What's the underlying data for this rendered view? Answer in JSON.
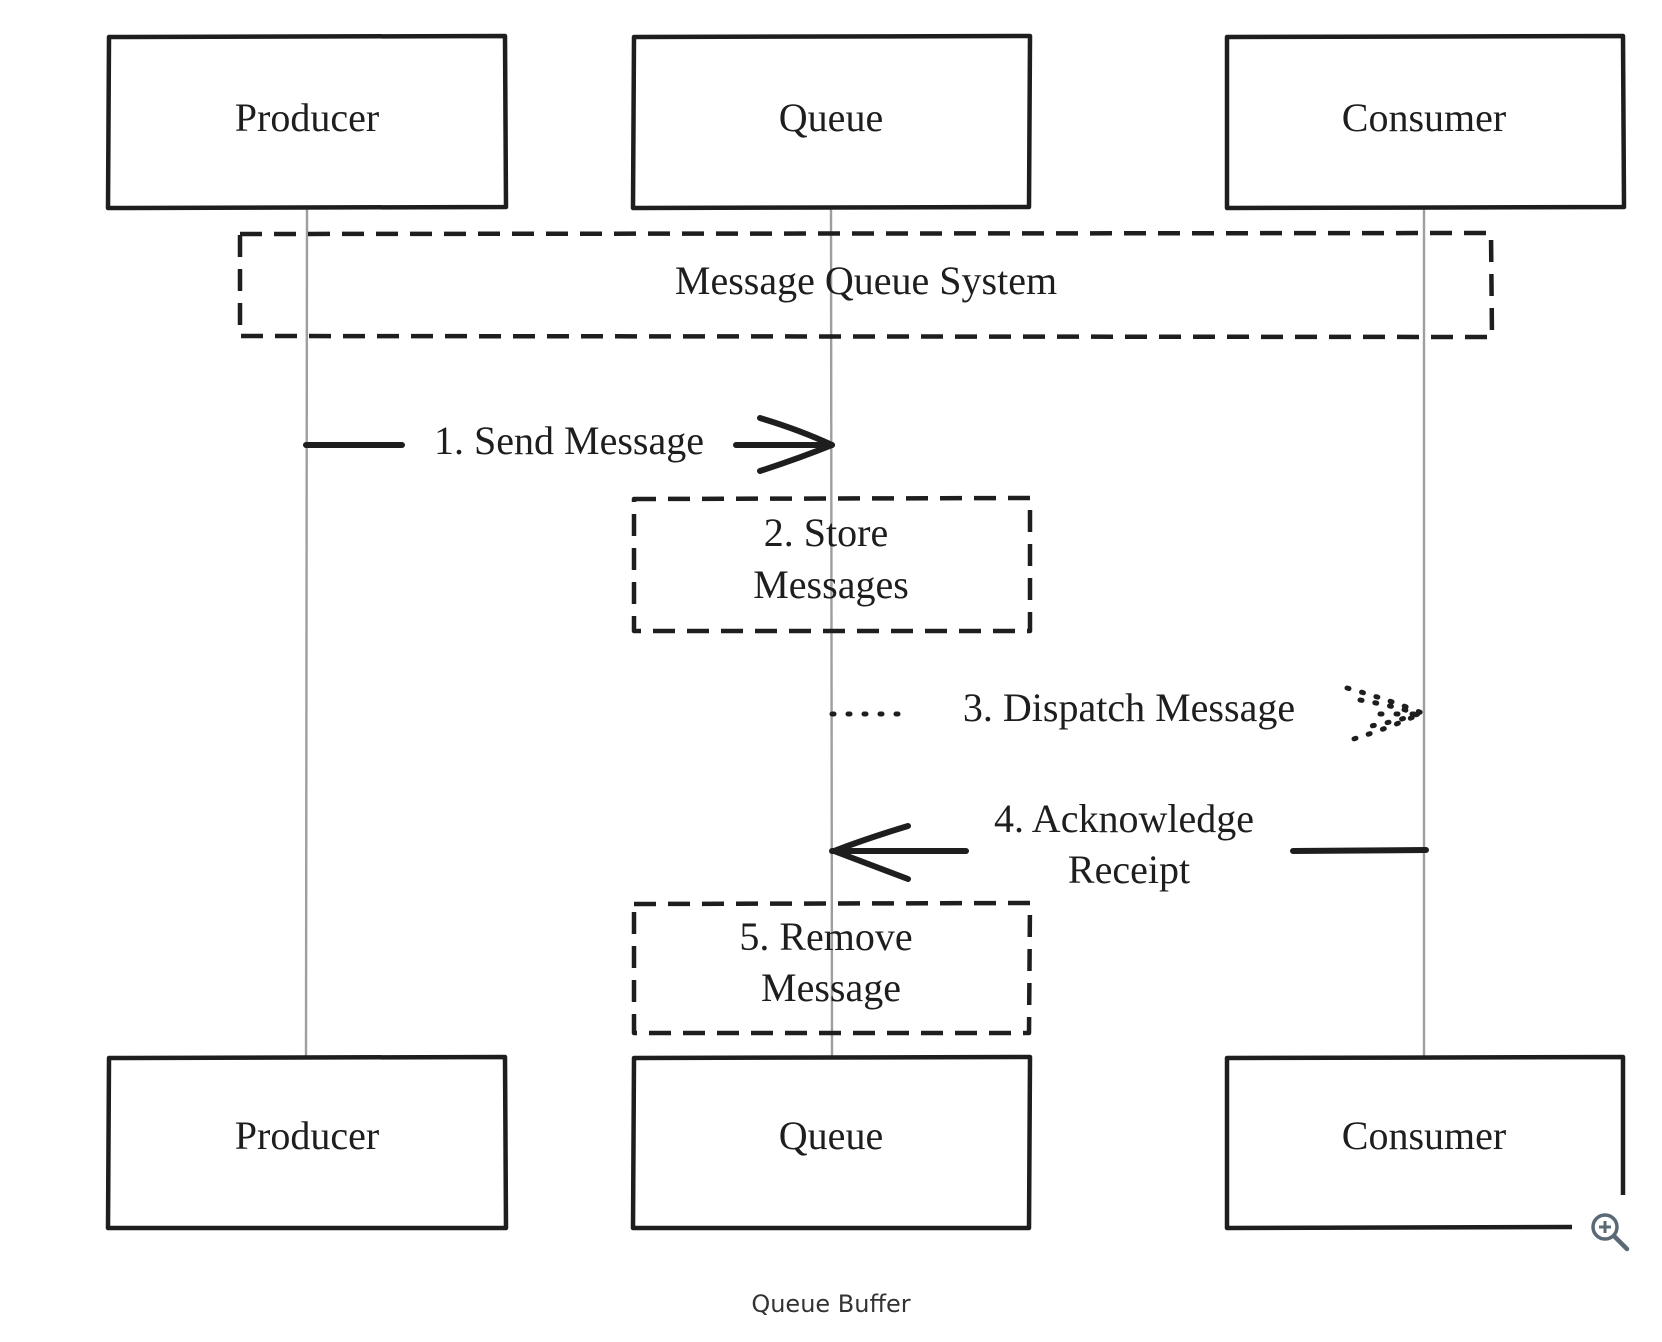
{
  "participants": [
    {
      "id": "producer",
      "label": "Producer"
    },
    {
      "id": "queue",
      "label": "Queue"
    },
    {
      "id": "consumer",
      "label": "Consumer"
    }
  ],
  "group": {
    "label": "Message Queue System"
  },
  "steps": [
    {
      "id": "send",
      "label": "1. Send Message"
    },
    {
      "id": "store",
      "label_lines": [
        "2. Store",
        "Messages"
      ]
    },
    {
      "id": "dispatch",
      "label": "3. Dispatch Message"
    },
    {
      "id": "ack",
      "label_lines": [
        "4. Acknowledge",
        "Receipt"
      ]
    },
    {
      "id": "remove",
      "label_lines": [
        "5. Remove",
        "Message"
      ]
    }
  ],
  "caption": "Queue Buffer",
  "icons": {
    "zoom": "zoom-in-icon"
  },
  "colors": {
    "stroke": "#1e1e1e",
    "lifeline": "#9e9e9e",
    "zoom_icon": "#5b6876"
  }
}
